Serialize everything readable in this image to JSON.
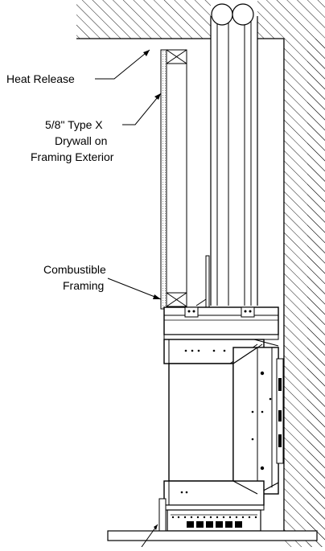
{
  "diagram": {
    "labels": {
      "heat_release": "Heat Release",
      "drywall_line1": "5/8\" Type X",
      "drywall_line2": "Drywall on",
      "drywall_line3": "Framing Exterior",
      "framing_line1": "Combustible",
      "framing_line2": "Framing"
    }
  }
}
